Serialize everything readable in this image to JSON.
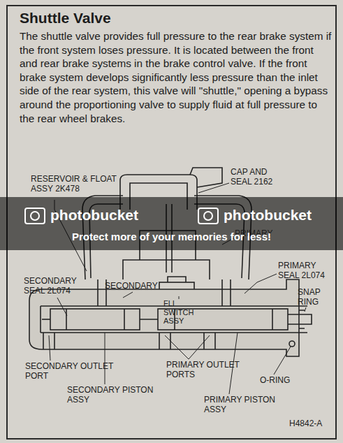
{
  "diagram": {
    "title": "Shuttle Valve",
    "labels": [
      "The shuttle valve provides full pressure to the rear brake system if the front system loses pressure. It is located between the front and rear brake systems in the brake control valve. If the front brake system develops significantly less pressure than the inlet side of the rear system, this valve will \"shuttle,\" opening a bypass around the proportioning valve to supply fluid at full pressure to the rear wheel brakes.",
      "RESERVOIR & FLOAT ASSY 2K478",
      "CAP AND SEAL 2162",
      "PRIMARY",
      "PRIMARY SEAL 2L074",
      "SECONDARY",
      "FLI SWITCH ASSY",
      "SECONDARY SEAL 2L074",
      "SNAP RING",
      "SECONDARY OUTLET PORT",
      "PRIMARY OUTLET PORTS",
      "O-RING",
      "SECONDARY PISTON ASSY",
      "PRIMARY PISTON ASSY",
      "H4842-A",
      "photobucket",
      "photobucket",
      "Protect more of your memories for less!"
    ]
  }
}
